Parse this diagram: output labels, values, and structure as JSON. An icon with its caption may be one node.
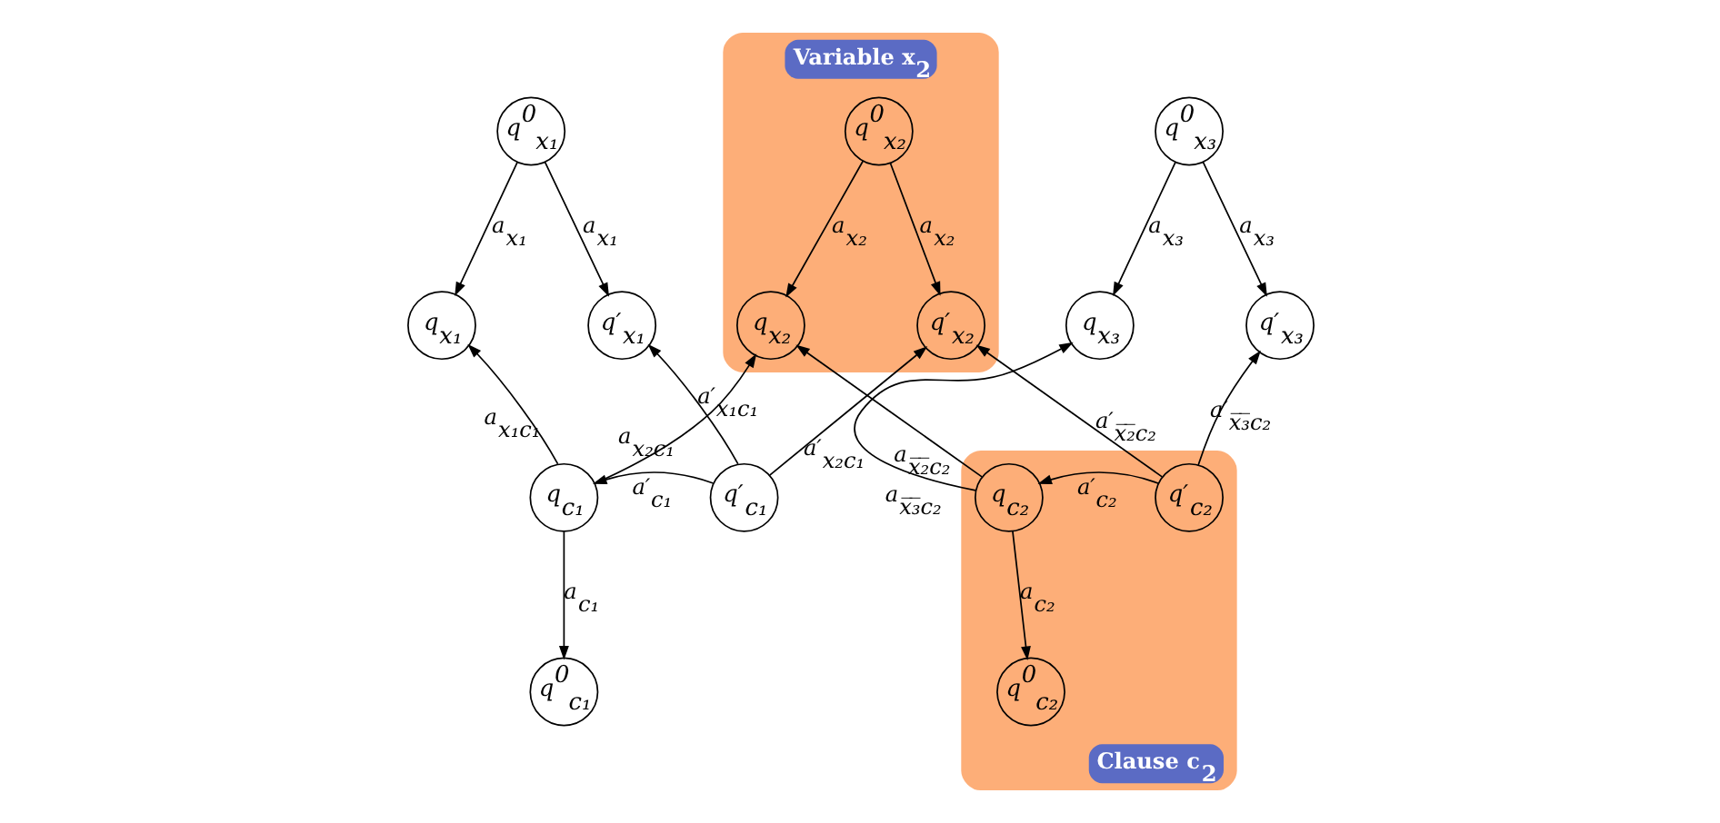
{
  "diagram": {
    "nodes": [
      {
        "text": [
          "q$^{0}$$_{x₁}$"
        ]
      },
      {
        "text": [
          "Variable x$_{2}$"
        ]
      },
      {
        "text": [
          "q$^{0}$$_{x₂}$"
        ],
        "in": 1
      },
      {
        "text": [
          "q$^{0}$$_{x₃}$"
        ]
      },
      {
        "text": [
          "q$_{x₁}$"
        ]
      },
      {
        "text": [
          "q′$_{x₁}$"
        ]
      },
      {
        "text": [
          "q$_{x₂}$"
        ],
        "in": 1
      },
      {
        "text": [
          "q′$_{x₂}$"
        ],
        "in": 1
      },
      {
        "text": [
          "q$_{x₃}$"
        ]
      },
      {
        "text": [
          "q′$_{x₃}$"
        ]
      },
      {
        "text": [
          "q$_{c₁}$"
        ]
      },
      {
        "text": [
          "q′$_{c₁}$"
        ]
      },
      {
        "text": [
          "Clause c$_{2}$"
        ]
      },
      {
        "text": [
          "q$_{c₂}$"
        ],
        "in": 12
      },
      {
        "text": [
          "q′$_{c₂}$"
        ],
        "in": 12
      },
      {
        "text": [
          "q$^{0}$$_{c₁}$"
        ]
      },
      {
        "text": [
          "q$^{0}$$_{c₂}$"
        ],
        "in": 12
      }
    ],
    "edges": [
      {
        "from": 0,
        "to": 4,
        "arrow": "to",
        "label": "a$_{x₁}$"
      },
      {
        "from": 0,
        "to": 5,
        "arrow": "to",
        "label": "a$_{x₁}$"
      },
      {
        "from": 2,
        "to": 6,
        "arrow": "to",
        "label": "a$_{x₂}$"
      },
      {
        "from": 2,
        "to": 7,
        "arrow": "to",
        "label": "a$_{x₂}$"
      },
      {
        "from": 3,
        "to": 8,
        "arrow": "to",
        "label": "a$_{x₃}$"
      },
      {
        "from": 3,
        "to": 9,
        "arrow": "to",
        "label": "a$_{x₃}$"
      },
      {
        "from": 10,
        "to": 4,
        "arrow": "to",
        "label": "a$_{x₁c₁}$"
      },
      {
        "from": 10,
        "to": 6,
        "arrow": "to",
        "label": "a$_{x₂c₁}$"
      },
      {
        "from": 11,
        "to": 5,
        "arrow": "to",
        "label": "a′$_{x₁c₁}$"
      },
      {
        "from": 11,
        "to": 7,
        "arrow": "to",
        "label": "a′$_{x₂c₁}$"
      },
      {
        "from": 11,
        "to": 10,
        "arrow": "to",
        "label": "a′$_{c₁}$"
      },
      {
        "from": 10,
        "to": 15,
        "arrow": "to",
        "label": "a$_{c₁}$"
      },
      {
        "from": 13,
        "to": 6,
        "arrow": "to",
        "label": "a$_{x̅₂̅c₂}$"
      },
      {
        "from": 13,
        "to": 8,
        "arrow": "to",
        "label": "a$_{x̅₃̅c₂}$"
      },
      {
        "from": 14,
        "to": 7,
        "arrow": "to",
        "label": "a′$_{x̅₂̅c₂}$"
      },
      {
        "from": 14,
        "to": 9,
        "arrow": "to",
        "label": "a′$_{x̅₃̅c₂}$"
      },
      {
        "from": 14,
        "to": 13,
        "arrow": "to",
        "label": "a′$_{c₂}$"
      },
      {
        "from": 13,
        "to": 16,
        "arrow": "to",
        "label": "a$_{c₂}$"
      }
    ]
  }
}
